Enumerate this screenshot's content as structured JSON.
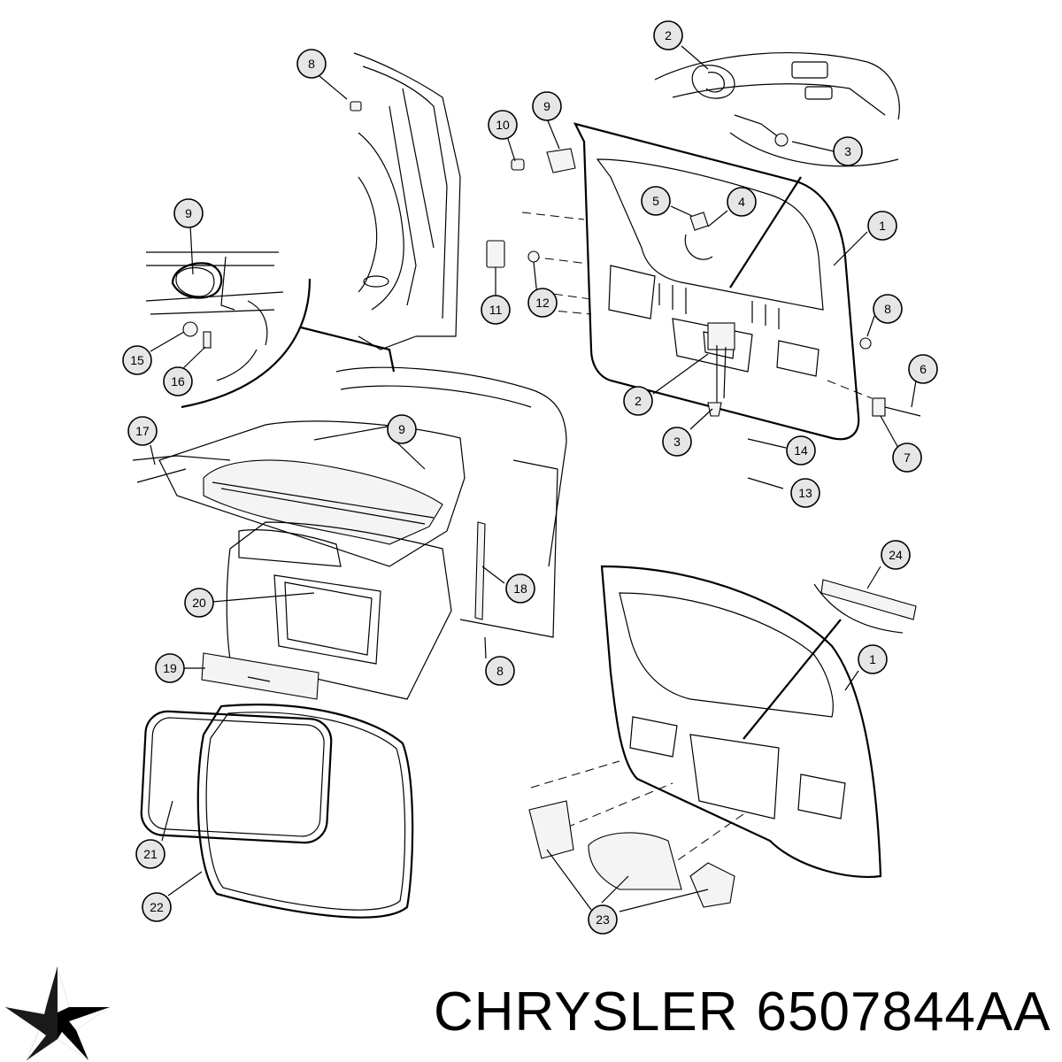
{
  "brand": "CHRYSLER",
  "part_number": "6507844AA",
  "logo_icon": "chrysler-pentastar-icon",
  "callouts": [
    {
      "label": "8"
    },
    {
      "label": "2"
    },
    {
      "label": "9"
    },
    {
      "label": "10"
    },
    {
      "label": "3"
    },
    {
      "label": "5"
    },
    {
      "label": "4"
    },
    {
      "label": "1"
    },
    {
      "label": "9"
    },
    {
      "label": "8"
    },
    {
      "label": "11"
    },
    {
      "label": "12"
    },
    {
      "label": "15"
    },
    {
      "label": "16"
    },
    {
      "label": "2"
    },
    {
      "label": "6"
    },
    {
      "label": "17"
    },
    {
      "label": "9"
    },
    {
      "label": "3"
    },
    {
      "label": "14"
    },
    {
      "label": "7"
    },
    {
      "label": "13"
    },
    {
      "label": "24"
    },
    {
      "label": "18"
    },
    {
      "label": "20"
    },
    {
      "label": "1"
    },
    {
      "label": "8"
    },
    {
      "label": "19"
    },
    {
      "label": "21"
    },
    {
      "label": "22"
    },
    {
      "label": "23"
    }
  ]
}
